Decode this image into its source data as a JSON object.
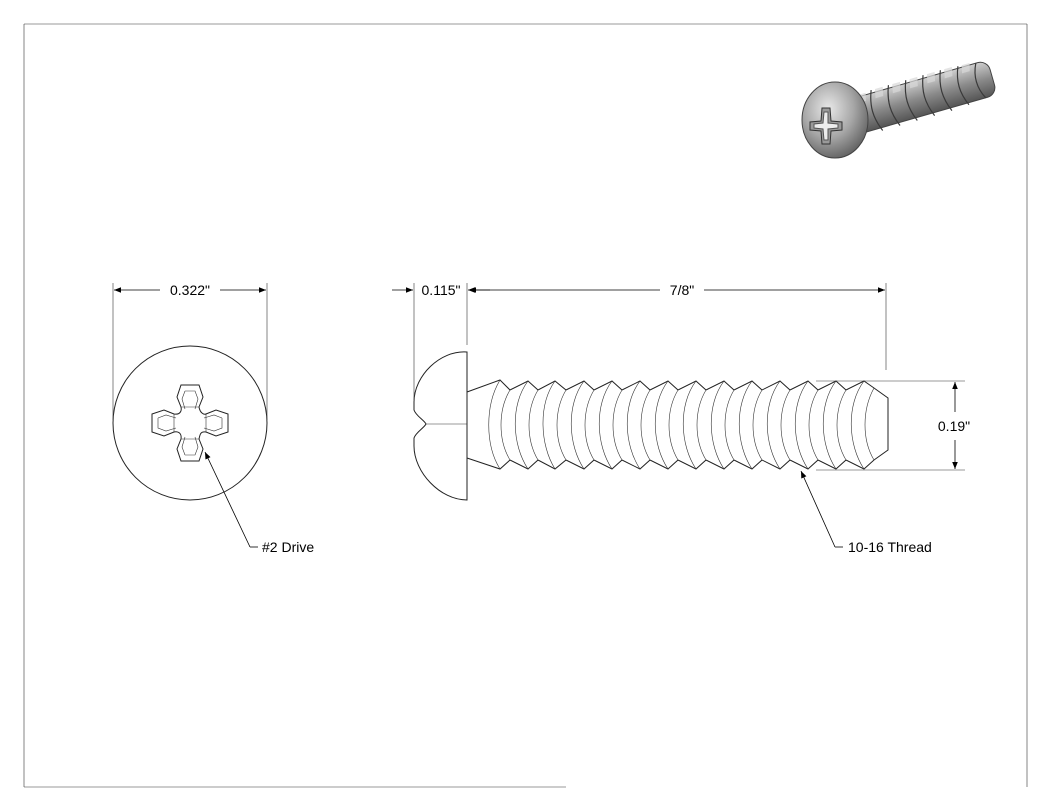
{
  "dimensions": {
    "head_diameter": "0.322\"",
    "head_height": "0.115\"",
    "length": "7/8\"",
    "thread_diameter": "0.19\""
  },
  "callouts": {
    "drive": "#2 Drive",
    "thread": "10-16 Thread"
  }
}
